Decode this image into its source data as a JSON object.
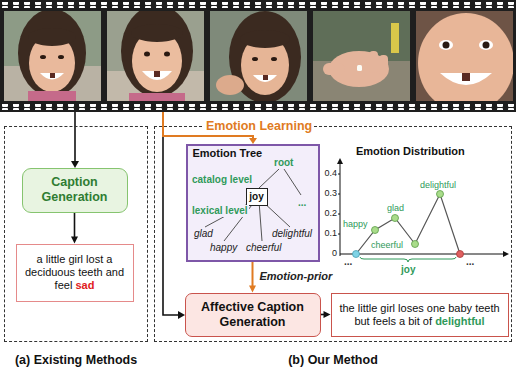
{
  "diagram": {
    "nodes": [
      {
        "text": [
          "(a) Existing Methods"
        ]
      },
      {
        "text": [
          "Caption Generation"
        ],
        "in": 0
      },
      {
        "text": [
          "a little girl lost a deciduous teeth and feel",
          "sad"
        ],
        "in": 0
      },
      {
        "text": [
          "(b) Our Method"
        ]
      },
      {
        "text": [
          "Emotion Tree"
        ],
        "in": 3
      },
      {
        "text": [
          "joy"
        ],
        "in": 4
      },
      {
        "text": [
          "Affective Caption Generation"
        ],
        "in": 3
      },
      {
        "text": [
          "the little girl loses one baby teeth but feels a bit of",
          "delightful"
        ],
        "in": 3
      }
    ],
    "edges": [
      {
        "from": 1,
        "to": 2,
        "arrow": "to"
      },
      {
        "from": 4,
        "to": 6,
        "arrow": "to",
        "label": "Emotion-prior"
      },
      {
        "from": 6,
        "to": 7,
        "arrow": "to"
      }
    ],
    "labels": [
      "Emotion Learning",
      "root",
      "catalog level",
      "lexical level",
      "glad",
      "happy",
      "cheerful",
      "delightful",
      "...",
      "Emotion Distribution",
      "0.4",
      "0.3",
      "0.2",
      "0.1",
      "0",
      "happy",
      "glad",
      "cheerful",
      "delightful",
      "joy",
      "...",
      "..."
    ]
  }
}
